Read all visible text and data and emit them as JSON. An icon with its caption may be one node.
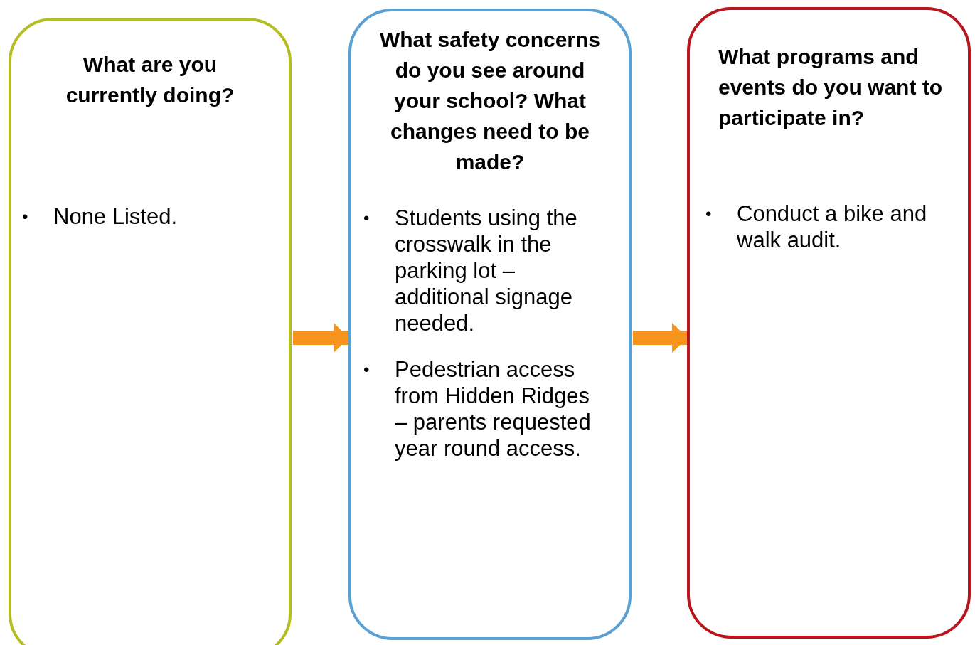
{
  "diagram": {
    "nodes": [
      {
        "text": [
          "What are you currently doing?",
          "None Listed."
        ]
      },
      {
        "text": [
          "What safety concerns do you see around your school? What changes need to be made?",
          "Students using the crosswalk in the parking lot – additional signage needed.",
          "Pedestrian access from Hidden Ridges – parents requested year round access."
        ]
      },
      {
        "text": [
          "What programs and events do you want to participate in?",
          "Conduct a bike and walk audit."
        ]
      }
    ],
    "labels": [
      "•",
      "•",
      "•",
      "•"
    ],
    "edges": [
      {
        "from": 0,
        "to": 1,
        "arrow": "to"
      },
      {
        "from": 1,
        "to": 2,
        "arrow": "to"
      }
    ]
  }
}
